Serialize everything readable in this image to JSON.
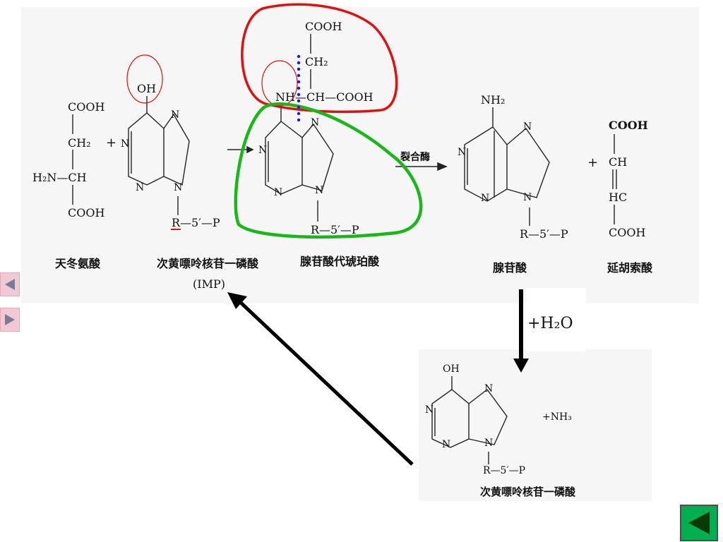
{
  "reactants": {
    "aspartate": {
      "top": "COOH",
      "middle": "CH₂",
      "amino": "H₂N—CH",
      "bottom": "COOH",
      "name": "天冬氨酸"
    },
    "plus1": "+",
    "imp": {
      "oh": "OH",
      "n1": "N",
      "n3": "N",
      "n7": "N",
      "n9": "N",
      "ribose": "R—5′—P",
      "name": "次黄嘌呤核苷一磷酸",
      "abbr": "(IMP)"
    }
  },
  "intermediate": {
    "top": "COOH",
    "ch2": "CH₂",
    "backbone": "NH—CH—COOH",
    "n1": "N",
    "n3": "N",
    "n7": "N",
    "n9": "N",
    "ribose": "R—5′—P",
    "name": "腺苷酸代琥珀酸"
  },
  "enzyme": "裂合酶",
  "products": {
    "amp": {
      "nh2": "NH₂",
      "n1": "N",
      "n3": "N",
      "n7": "N",
      "n9": "N",
      "ribose": "R—5′—P",
      "name": "腺苷酸"
    },
    "plus2": "+",
    "fumarate": {
      "top": "COOH",
      "ch": "CH",
      "hc": "HC",
      "bottom": "COOH",
      "name": "延胡索酸"
    }
  },
  "hydrolysis": {
    "water": "+H₂O"
  },
  "regenerated": {
    "oh": "OH",
    "n1": "N",
    "n3": "N",
    "n7": "N",
    "n9": "N",
    "ribose": "R—5′—P",
    "nh3": "+NH₃",
    "name": "次黄嘌呤核苷一磷酸"
  },
  "navigation": {
    "prev_icon": "triangle-left-icon",
    "next_icon": "triangle-right-icon",
    "back_icon": "triangle-left-icon"
  },
  "colors": {
    "red_circle": "#e01010",
    "green_circle": "#18b818",
    "blue_dots": "#1a1aee",
    "nav_side": "#f2c9d3",
    "nav_back": "#00b050"
  }
}
